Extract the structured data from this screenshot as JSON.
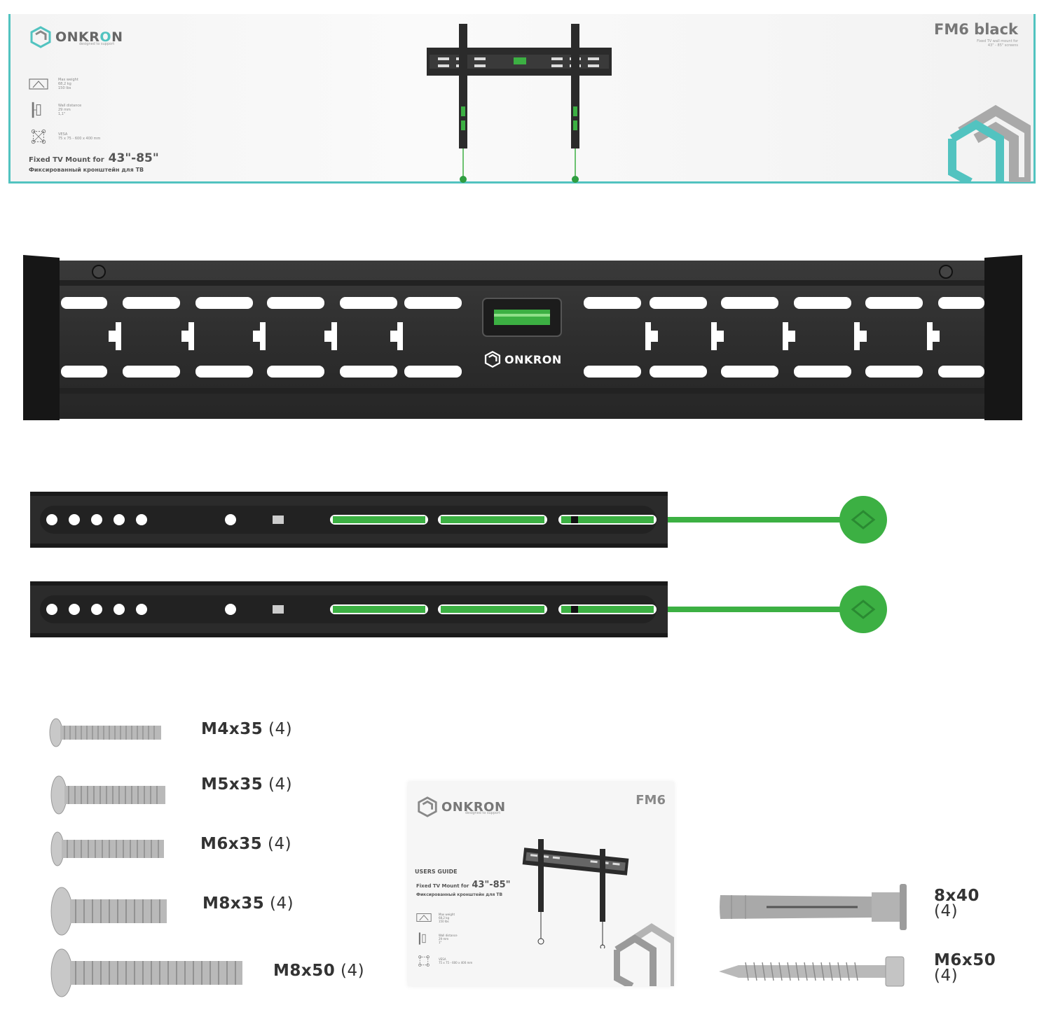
{
  "box": {
    "brand_pre": "ONKR",
    "brand_post": "N",
    "tagline": "designed to support",
    "model": "FM6 black",
    "subtitle_1": "Fixed TV wall mount for",
    "subtitle_2": "43\" - 85\" screens",
    "specs": [
      {
        "icon": "max-weight-icon",
        "lines": [
          "Max weight",
          "68,2 kg",
          "150 lbs"
        ]
      },
      {
        "icon": "wall-distance-icon",
        "lines": [
          "Wall distance",
          "29 mm",
          "1,1\""
        ]
      },
      {
        "icon": "vesa-icon",
        "lines": [
          "VESA",
          "75 x 75 - 600 x 400 mm"
        ]
      }
    ],
    "mount_line": "Fixed TV Mount for",
    "mount_size": "43\"-85\"",
    "mount_ru": "Фиксированный кронштейн для ТВ"
  },
  "plate": {
    "brand": "ONKRON"
  },
  "hardware": [
    {
      "name": "M4x35",
      "qty": "(4)"
    },
    {
      "name": "M5x35",
      "qty": "(4)"
    },
    {
      "name": "M6x35",
      "qty": "(4)"
    },
    {
      "name": "M8x35",
      "qty": "(4)"
    },
    {
      "name": "M8x50",
      "qty": "(4)"
    }
  ],
  "anchors": [
    {
      "name": "8x40",
      "qty": "(4)"
    },
    {
      "name": "M6x50",
      "qty": "(4)"
    }
  ],
  "manual": {
    "brand": "ONKRON",
    "tagline": "designed to support",
    "model": "FM6",
    "guide": "USERS GUIDE",
    "mount_line": "Fixed TV Mount for",
    "mount_size": "43\"-85\"",
    "mount_ru": "Фиксированный кронштейн для ТВ",
    "specs": [
      {
        "icon": "max-weight-icon",
        "lines": [
          "Max weight",
          "68,2 kg",
          "150 lbs"
        ]
      },
      {
        "icon": "wall-distance-icon",
        "lines": [
          "Wall distance",
          "29 mm",
          "1\""
        ]
      },
      {
        "icon": "vesa-icon",
        "lines": [
          "VESA",
          "75 x 75 - 600 x 400 mm"
        ]
      }
    ]
  },
  "colors": {
    "accent_teal": "#52c3c0",
    "accent_green": "#3cb043",
    "metal_black": "#2b2b2b"
  }
}
